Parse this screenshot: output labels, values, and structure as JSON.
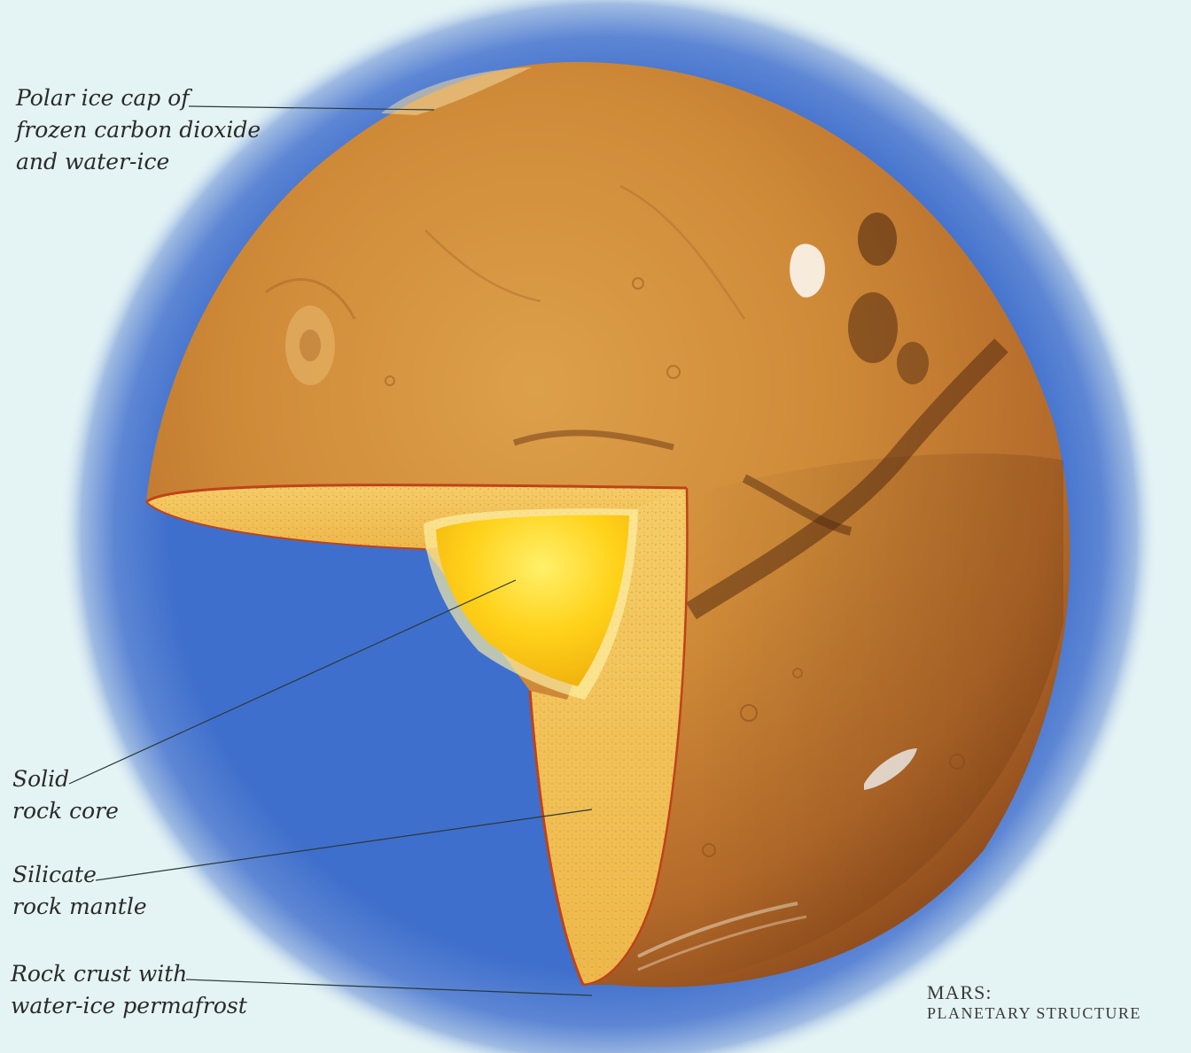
{
  "labels": {
    "polar_ice_cap": [
      "Polar ice cap of",
      "frozen carbon dioxide",
      "and water-ice"
    ],
    "core": [
      "Solid",
      "rock core"
    ],
    "mantle": [
      "Silicate",
      "rock mantle"
    ],
    "crust": [
      "Rock crust with",
      "water-ice permafrost"
    ]
  },
  "caption": {
    "line1": "MARS:",
    "line2": "PLANETARY STRUCTURE"
  },
  "colors": {
    "background": "#e8f6f6",
    "atmosphere": "#3a68c8",
    "surface": "#c9782e",
    "mantle": "#f2c25a",
    "core": "#ffd21a",
    "cut_edge": "#c0421a"
  }
}
